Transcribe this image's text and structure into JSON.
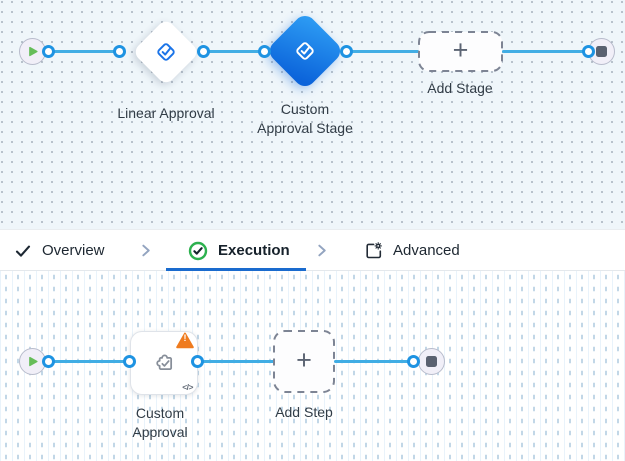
{
  "stage_flow": {
    "linear_node_label": "Linear Approval",
    "custom_node_label_line1": "Custom",
    "custom_node_label_line2": "Approval Stage",
    "add_stage_label": "Add Stage"
  },
  "tabs": [
    {
      "label": "Overview",
      "icon": "check-icon",
      "status": "visited"
    },
    {
      "label": "Execution",
      "icon": "check-circle-icon",
      "status": "active"
    },
    {
      "label": "Advanced",
      "icon": "settings-square-icon",
      "status": "upcoming"
    }
  ],
  "step_flow": {
    "custom_step_label_line1": "Custom",
    "custom_step_label_line2": "Approval",
    "add_step_label": "Add Step",
    "code_badge": "</>",
    "warning_glyph": "!"
  },
  "glyphs": {
    "plus": "+"
  },
  "icons": {
    "start": "play-icon",
    "end": "stop-icon",
    "stage": "approval-check-icon",
    "step": "puzzle-check-icon",
    "warning": "warning-triangle-icon",
    "overview": "check-icon",
    "execution": "check-circle-icon",
    "advanced": "settings-square-icon",
    "separator": "chevron-right-icon",
    "code": "code-icon"
  },
  "colors": {
    "connector_blue": "#41ade4",
    "port_ring_blue": "#1e93e2",
    "selected_gradient_start": "#2f9ff5",
    "selected_gradient_end": "#0b63da",
    "active_tab_underline": "#1a6bce",
    "success_green": "#2db14f",
    "warning_orange": "#ef7b1e",
    "play_green": "#66bd59",
    "canvas_top_bg": "#eff6fa",
    "canvas_bottom_bg": "#ffffff"
  }
}
